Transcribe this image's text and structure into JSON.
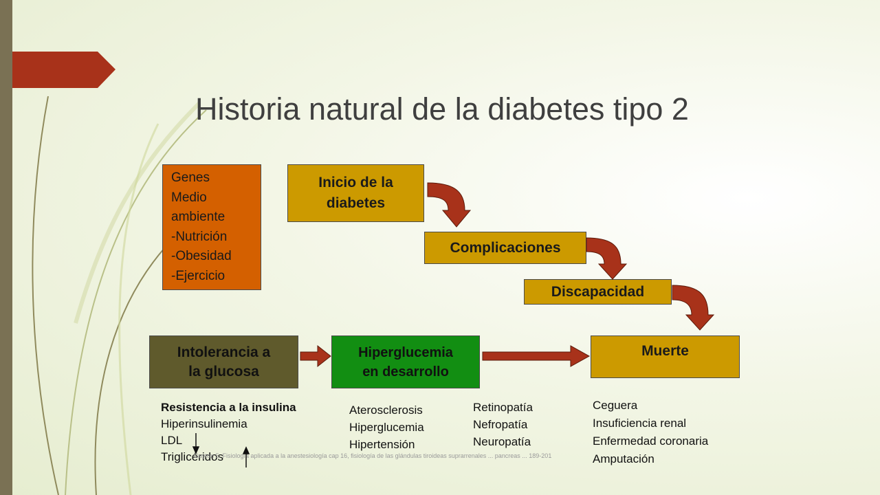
{
  "title": "Historia natural de la diabetes tipo 2",
  "boxes": {
    "genes": [
      "Genes",
      "Medio",
      "ambiente",
      "-Nutrición",
      "-Obesidad",
      "-Ejercicio"
    ],
    "inicio": [
      "Inicio de la",
      "diabetes"
    ],
    "complicaciones": "Complicaciones",
    "discapacidad": "Discapacidad",
    "intolerancia": [
      "Intolerancia a",
      "la glucosa"
    ],
    "hiperglucemia": [
      "Hiperglucemia",
      "en desarrollo"
    ],
    "muerte": "Muerte"
  },
  "lists": {
    "intolerancia": [
      "Resistencia a la insulina",
      "Hiperinsulinemia",
      "LDL",
      "Triglicéridos"
    ],
    "hiperglucemia": [
      "Aterosclerosis",
      "Hiperglucemia",
      "Hipertensión"
    ],
    "complicaciones": [
      "Retinopatía",
      "Nefropatía",
      "Neuropatía"
    ],
    "muerte": [
      "Ceguera",
      "Insuficiencia renal",
      "Enfermedad coronaria",
      "Amputación"
    ]
  },
  "footnote": "Guyton 5. Fisiología aplicada a la anestesiología cap 16, fisiología de las glándulas tiroideas suprarrenales ... pancreas ... 189-201",
  "colors": {
    "gold": "#cc9a00",
    "orange": "#d46000",
    "olive": "#5f5a2c",
    "green": "#128e12",
    "arrow": "#a8321a",
    "accent_tab": "#a8321a",
    "left_bar": "#7a7154"
  }
}
